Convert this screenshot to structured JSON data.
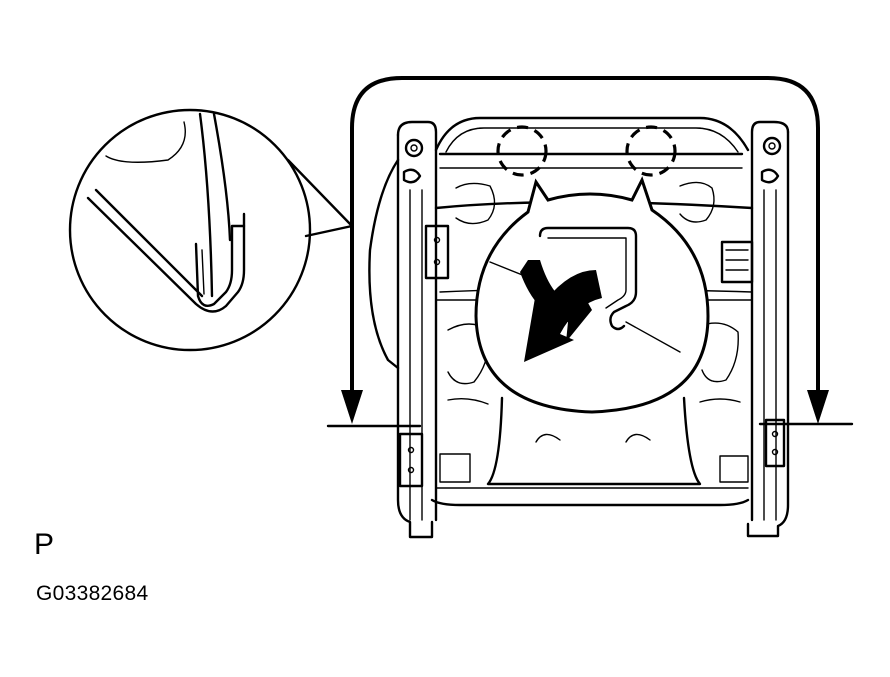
{
  "figure": {
    "view_label": "P",
    "code": "G03382684",
    "icons": [
      "seat-frame",
      "detail-magnifier-circle",
      "hook-detail",
      "rotation-arrow",
      "removal-arrow"
    ]
  }
}
